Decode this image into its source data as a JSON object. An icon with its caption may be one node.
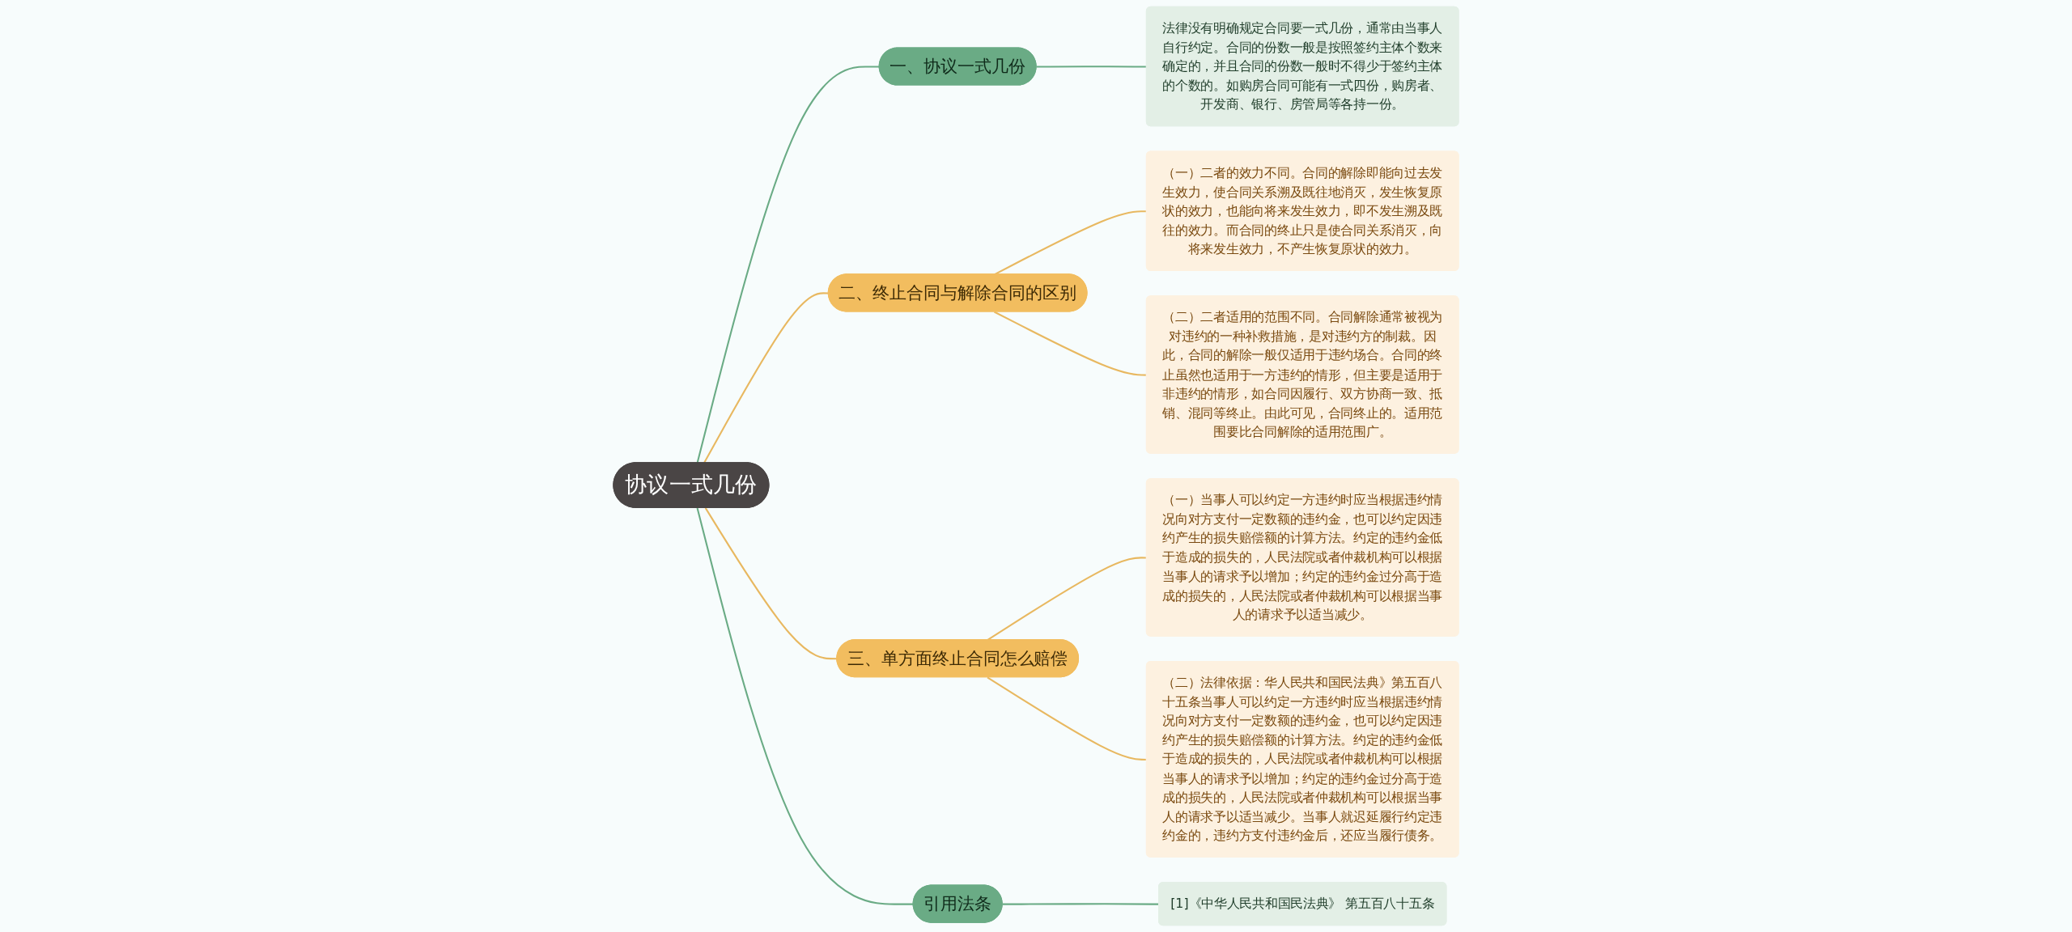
{
  "diagram": {
    "nodes": [
      {
        "text": [
          "协议一式几份"
        ]
      },
      {
        "text": [
          "二、终止合同与解除合同的区别"
        ]
      },
      {
        "text": [
          "（一）二者的效力不同。合同的解除即能向过去发生效力，使合同关系溯及既往地消灭，发生恢复原状的效力，也能向将来发生效力，即不发生溯及既往的效力。而合同的终止只是使合同关系消灭，向将来发生效力，不产生恢复原状的效力。"
        ]
      },
      {
        "text": [
          "（二）二者适用的范围不同。合同解除通常被视为对违约的一种补救措施，是对违约方的制裁。因此，合同的解除一般仅适用于违约场合。合同的终止虽然也适用于一方违约的情形，但主要是适用于非违约的情形，如合同因履行、双方协商一致、抵销、混同等终止。由此可见，合同终止的。适用范围要比合同解除的适用范围广。"
        ]
      },
      {
        "text": [
          "引用法条"
        ]
      },
      {
        "text": [
          "[1]《中华人民共和国民法典》 第五百八十五条"
        ]
      },
      {
        "text": [
          "一、协议一式几份"
        ]
      },
      {
        "text": [
          "法律没有明确规定合同要一式几份，通常由当事人自行约定。合同的份数一般是按照签约主体个数来确定的，并且合同的份数一般时不得少于签约主体的个数的。如购房合同可能有一式四份，购房者、开发商、银行、房管局等各持一份。"
        ]
      },
      {
        "text": [
          "三、单方面终止合同怎么赔偿"
        ]
      },
      {
        "text": [
          "（一）当事人可以约定一方违约时应当根据违约情况向对方支付一定数额的违约金，也可以约定因违约产生的损失赔偿额的计算方法。约定的违约金低于造成的损失的，人民法院或者仲裁机构可以根据当事人的请求予以增加；约定的违约金过分高于造成的损失的，人民法院或者仲裁机构可以根据当事人的请求予以适当减少。"
        ]
      },
      {
        "text": [
          "（二）法律依据：华人民共和国民法典》第五百八十五条当事人可以约定一方违约时应当根据违约情况向对方支付一定数额的违约金，也可以约定因违约产生的损失赔偿额的计算方法。约定的违约金低于造成的损失的，人民法院或者仲裁机构可以根据当事人的请求予以增加；约定的违约金过分高于造成的损失的，人民法院或者仲裁机构可以根据当事人的请求予以适当减少。当事人就迟延履行约定违约金的，违约方支付违约金后，还应当履行债务。"
        ]
      }
    ],
    "edges": [
      {
        "from": 0,
        "to": 6,
        "arrow": "none",
        "color": "#6aab85"
      },
      {
        "from": 6,
        "to": 7,
        "arrow": "none",
        "color": "#6aab85"
      },
      {
        "from": 0,
        "to": 1,
        "arrow": "none"
      },
      {
        "from": 1,
        "to": 2,
        "arrow": "none"
      },
      {
        "from": 1,
        "to": 3,
        "arrow": "none"
      },
      {
        "from": 0,
        "to": 8,
        "arrow": "none"
      },
      {
        "from": 8,
        "to": 9,
        "arrow": "none"
      },
      {
        "from": 8,
        "to": 10,
        "arrow": "none"
      },
      {
        "from": 0,
        "to": 4,
        "arrow": "none",
        "color": "#6aab85"
      },
      {
        "from": 4,
        "to": 5,
        "arrow": "none",
        "color": "#6aab85"
      }
    ]
  }
}
